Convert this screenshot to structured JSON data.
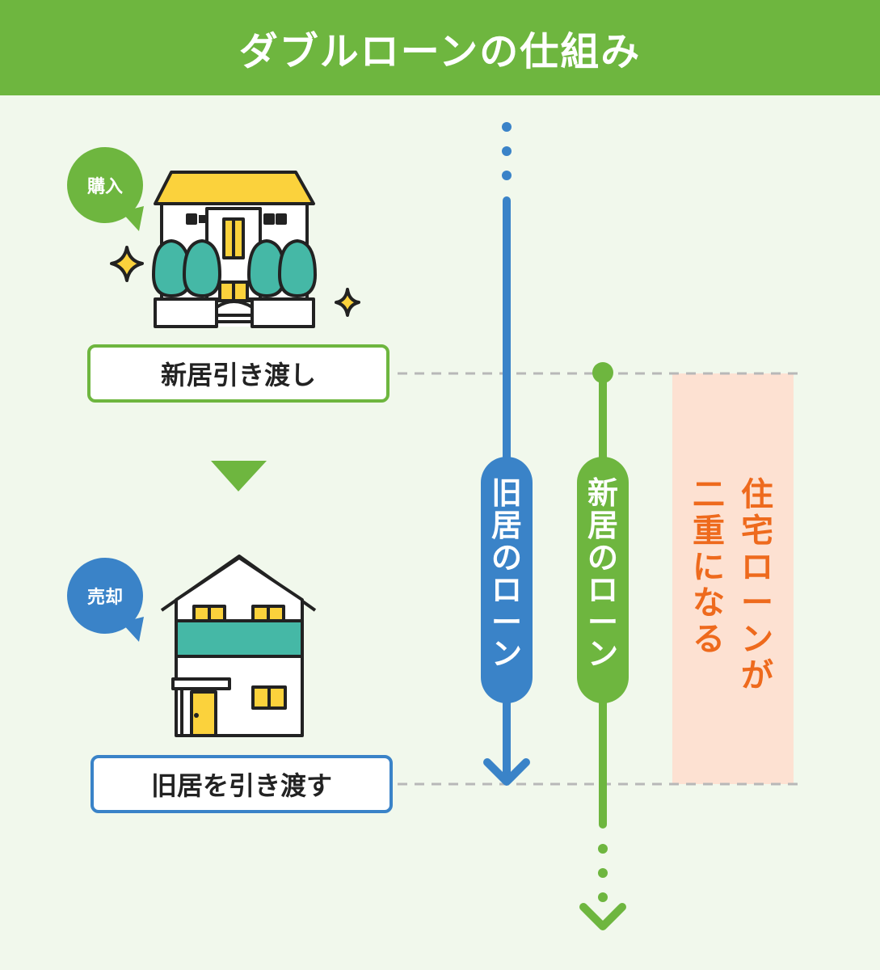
{
  "header": {
    "title": "ダブルローンの仕組み"
  },
  "purchase": {
    "badge": "購入",
    "step_label": "新居引き渡し"
  },
  "sale": {
    "badge": "売却",
    "step_label": "旧居を引き渡す"
  },
  "old_loan": {
    "label_chars": [
      "旧",
      "居",
      "の",
      "ロ",
      "ー",
      "ン"
    ]
  },
  "new_loan": {
    "label_chars": [
      "新",
      "居",
      "の",
      "ロ",
      "ー",
      "ン"
    ]
  },
  "double_loan": {
    "line1_chars": [
      "住",
      "宅",
      "ロ",
      "ー",
      "ン",
      "が"
    ],
    "line2_chars": [
      "二",
      "重",
      "に",
      "な",
      "る"
    ]
  },
  "colors": {
    "green": "#6eb63f",
    "blue": "#3a83c8",
    "orange": "#ee6a1d",
    "peach": "#fde1d2",
    "yellow": "#fbd23c",
    "teal": "#45b8a6"
  }
}
